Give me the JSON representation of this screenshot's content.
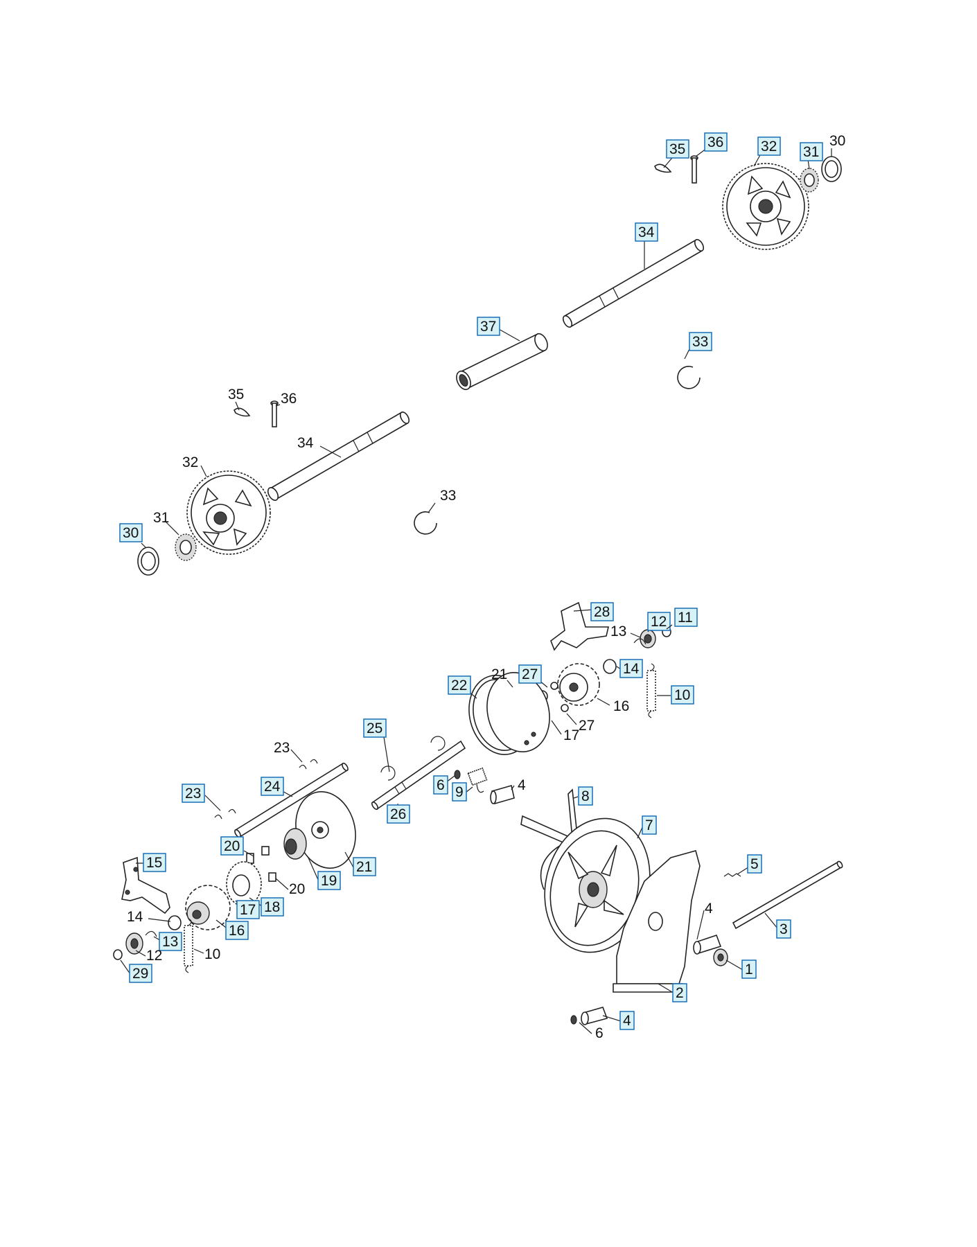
{
  "callouts": [
    {
      "label": "35",
      "boxed": true
    },
    {
      "label": "36",
      "boxed": true
    },
    {
      "label": "32",
      "boxed": true
    },
    {
      "label": "31",
      "boxed": true
    },
    {
      "label": "30",
      "boxed": false
    },
    {
      "label": "34",
      "boxed": true
    },
    {
      "label": "37",
      "boxed": true
    },
    {
      "label": "33",
      "boxed": true
    },
    {
      "label": "35",
      "boxed": false
    },
    {
      "label": "36",
      "boxed": false
    },
    {
      "label": "34",
      "boxed": false
    },
    {
      "label": "32",
      "boxed": false
    },
    {
      "label": "31",
      "boxed": false
    },
    {
      "label": "30",
      "boxed": true
    },
    {
      "label": "33",
      "boxed": false
    },
    {
      "label": "28",
      "boxed": true
    },
    {
      "label": "13",
      "boxed": false
    },
    {
      "label": "12",
      "boxed": true
    },
    {
      "label": "11",
      "boxed": true
    },
    {
      "label": "14",
      "boxed": true
    },
    {
      "label": "22",
      "boxed": true
    },
    {
      "label": "21",
      "boxed": false
    },
    {
      "label": "27",
      "boxed": true
    },
    {
      "label": "16",
      "boxed": false
    },
    {
      "label": "10",
      "boxed": true
    },
    {
      "label": "17",
      "boxed": false
    },
    {
      "label": "27",
      "boxed": false
    },
    {
      "label": "25",
      "boxed": true
    },
    {
      "label": "23",
      "boxed": false
    },
    {
      "label": "23",
      "boxed": true
    },
    {
      "label": "24",
      "boxed": true
    },
    {
      "label": "6",
      "boxed": true
    },
    {
      "label": "9",
      "boxed": true
    },
    {
      "label": "4",
      "boxed": false
    },
    {
      "label": "26",
      "boxed": true
    },
    {
      "label": "8",
      "boxed": true
    },
    {
      "label": "7",
      "boxed": true
    },
    {
      "label": "20",
      "boxed": true
    },
    {
      "label": "21",
      "boxed": true
    },
    {
      "label": "19",
      "boxed": true
    },
    {
      "label": "20",
      "boxed": false
    },
    {
      "label": "15",
      "boxed": true
    },
    {
      "label": "18",
      "boxed": true
    },
    {
      "label": "17",
      "boxed": true
    },
    {
      "label": "14",
      "boxed": false
    },
    {
      "label": "16",
      "boxed": true
    },
    {
      "label": "13",
      "boxed": true
    },
    {
      "label": "12",
      "boxed": false
    },
    {
      "label": "10",
      "boxed": false
    },
    {
      "label": "29",
      "boxed": true
    },
    {
      "label": "5",
      "boxed": true
    },
    {
      "label": "4",
      "boxed": false
    },
    {
      "label": "3",
      "boxed": true
    },
    {
      "label": "1",
      "boxed": true
    },
    {
      "label": "2",
      "boxed": true
    },
    {
      "label": "4",
      "boxed": true
    },
    {
      "label": "6",
      "boxed": false
    }
  ]
}
